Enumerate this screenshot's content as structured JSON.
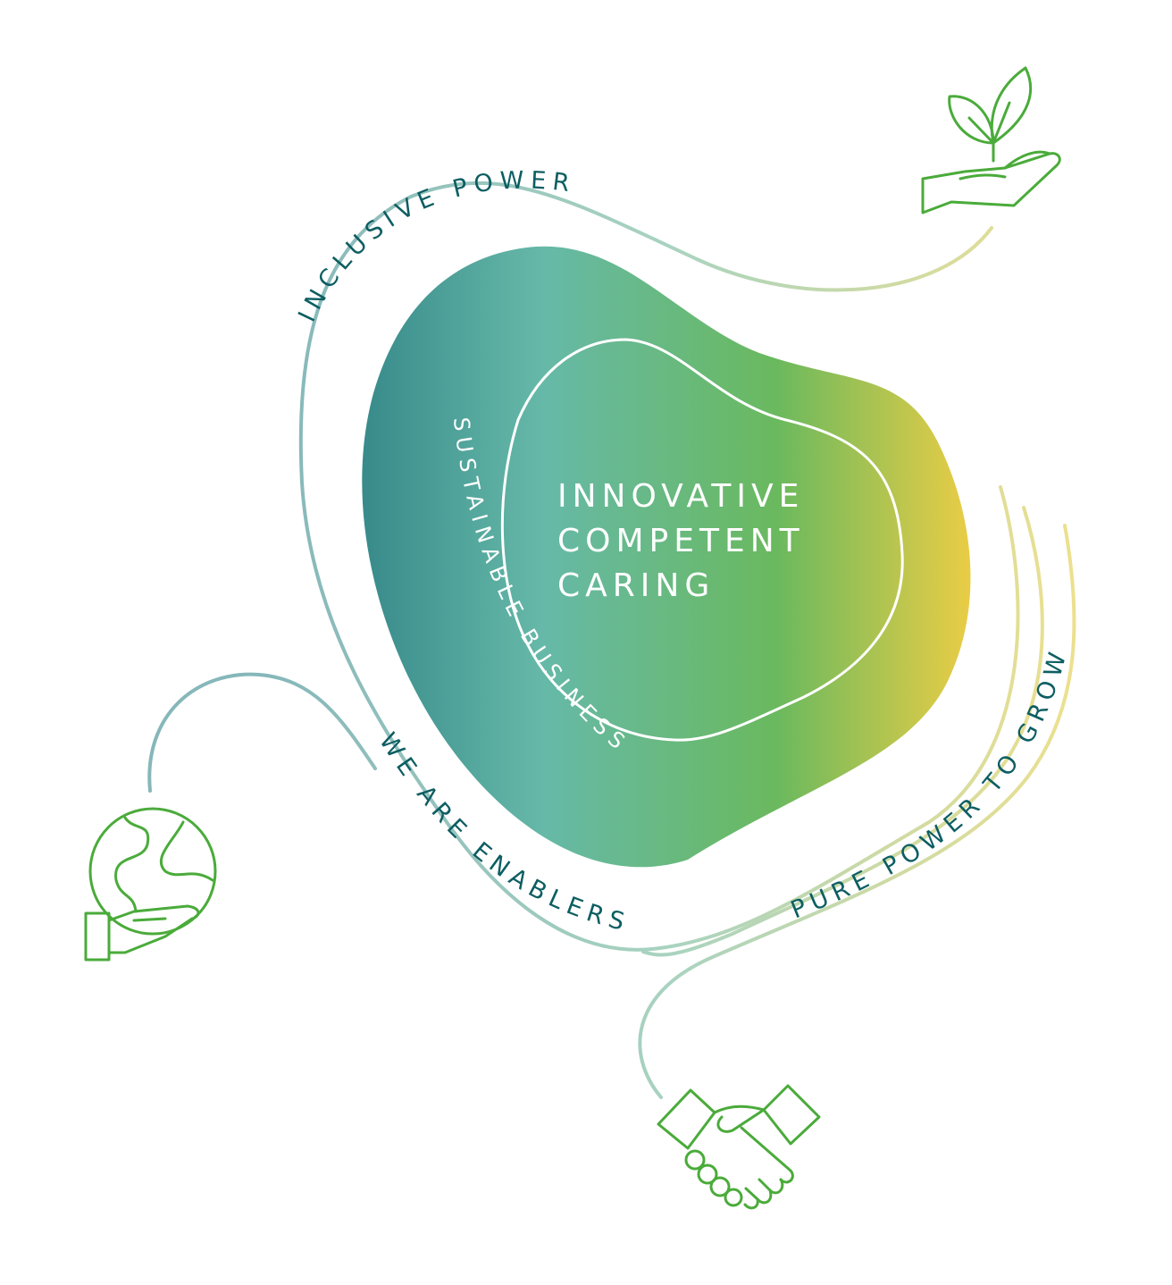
{
  "outer_labels": {
    "inclusive_power": "INCLUSIVE POWER",
    "we_are_enablers": "WE ARE ENABLERS",
    "pure_power_to_grow": "PURE POWER TO GROW"
  },
  "inner_label": "SUSTAINABLE BUSINESS",
  "core_values": [
    "INNOVATIVE",
    "COMPETENT",
    "CARING"
  ],
  "icons": [
    "seedling-in-hand-icon",
    "globe-in-hand-icon",
    "handshake-icon"
  ],
  "colors": {
    "text_dark": "#0d5e62",
    "icon_green": "#4aab3a",
    "gradient_start": "#37898a",
    "gradient_mid": "#66b9a8",
    "gradient_green": "#6ab95e",
    "gradient_end": "#eccd45"
  }
}
